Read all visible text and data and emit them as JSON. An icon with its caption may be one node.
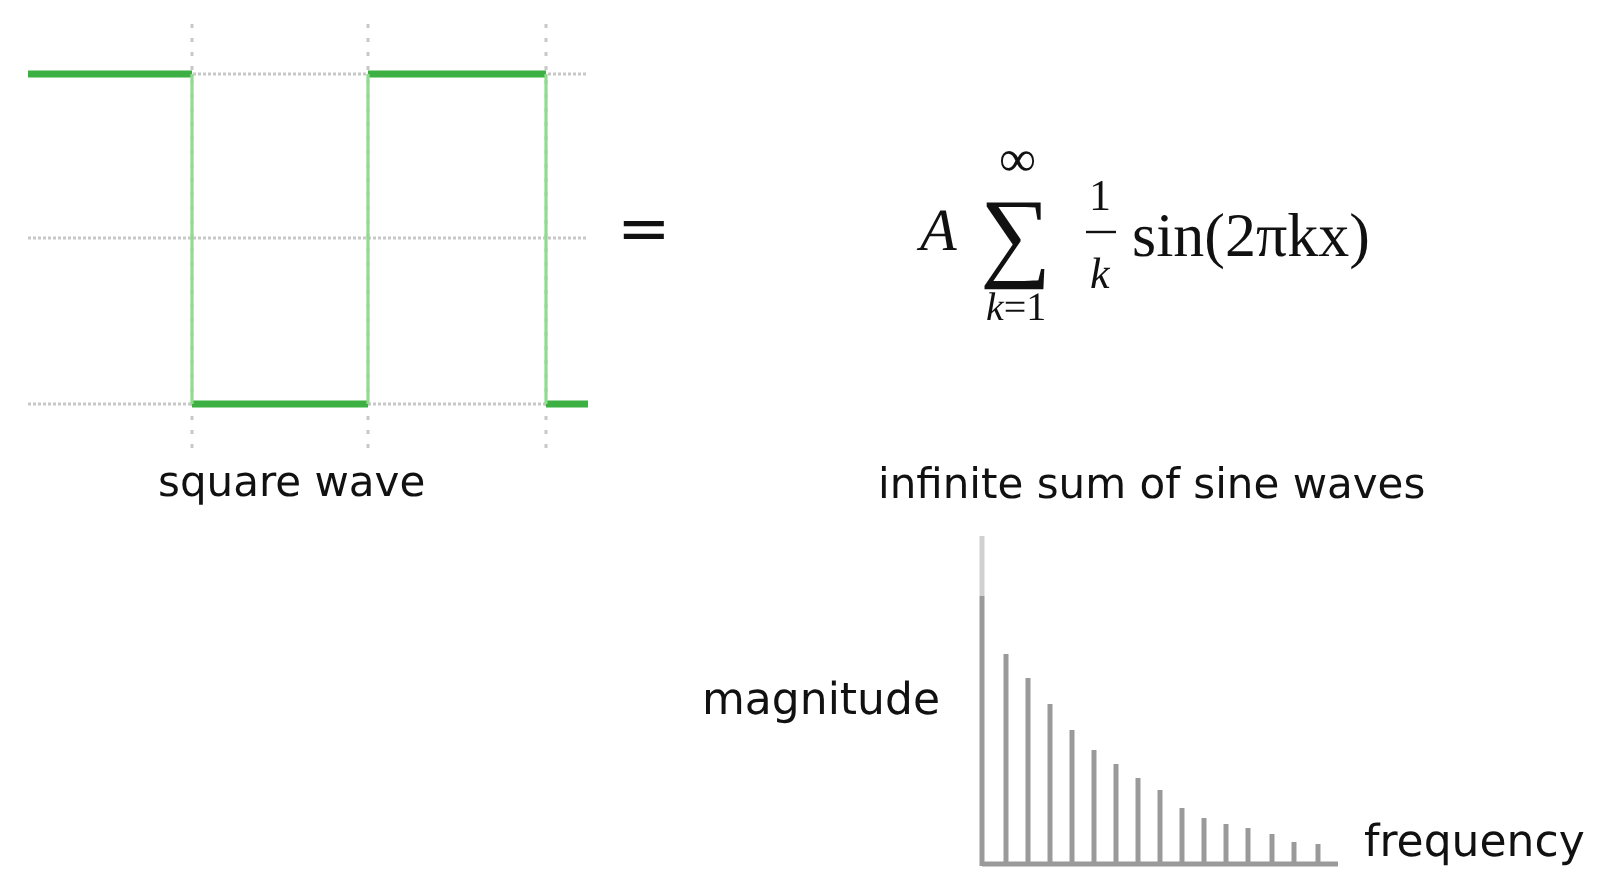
{
  "diagram": {
    "labels": [
      "=",
      "A",
      "∑",
      "∞",
      "*k*=1",
      "1",
      "k",
      "sin(2πkx)",
      "square wave",
      "infinite sum of sine waves",
      "magnitude",
      "frequency"
    ]
  }
}
